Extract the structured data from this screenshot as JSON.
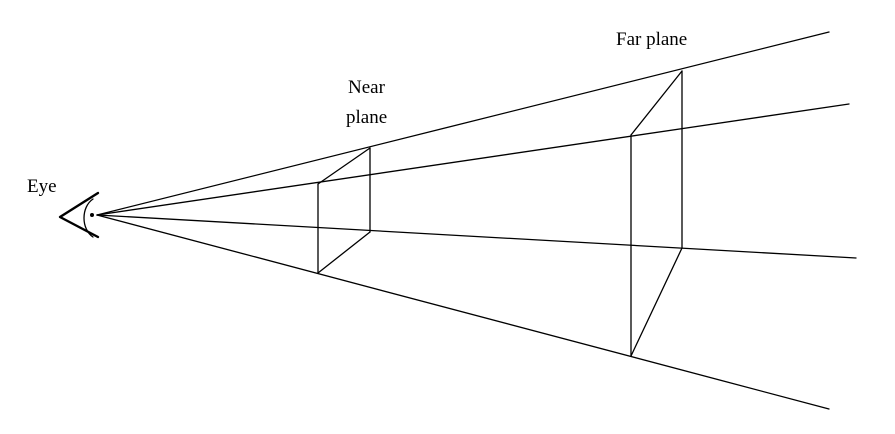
{
  "labels": {
    "eye": "Eye",
    "near_line1": "Near",
    "near_line2": "plane",
    "far": "Far plane"
  },
  "icons": {
    "eye": "eye-icon"
  },
  "colors": {
    "stroke": "#000000",
    "background": "#ffffff"
  }
}
